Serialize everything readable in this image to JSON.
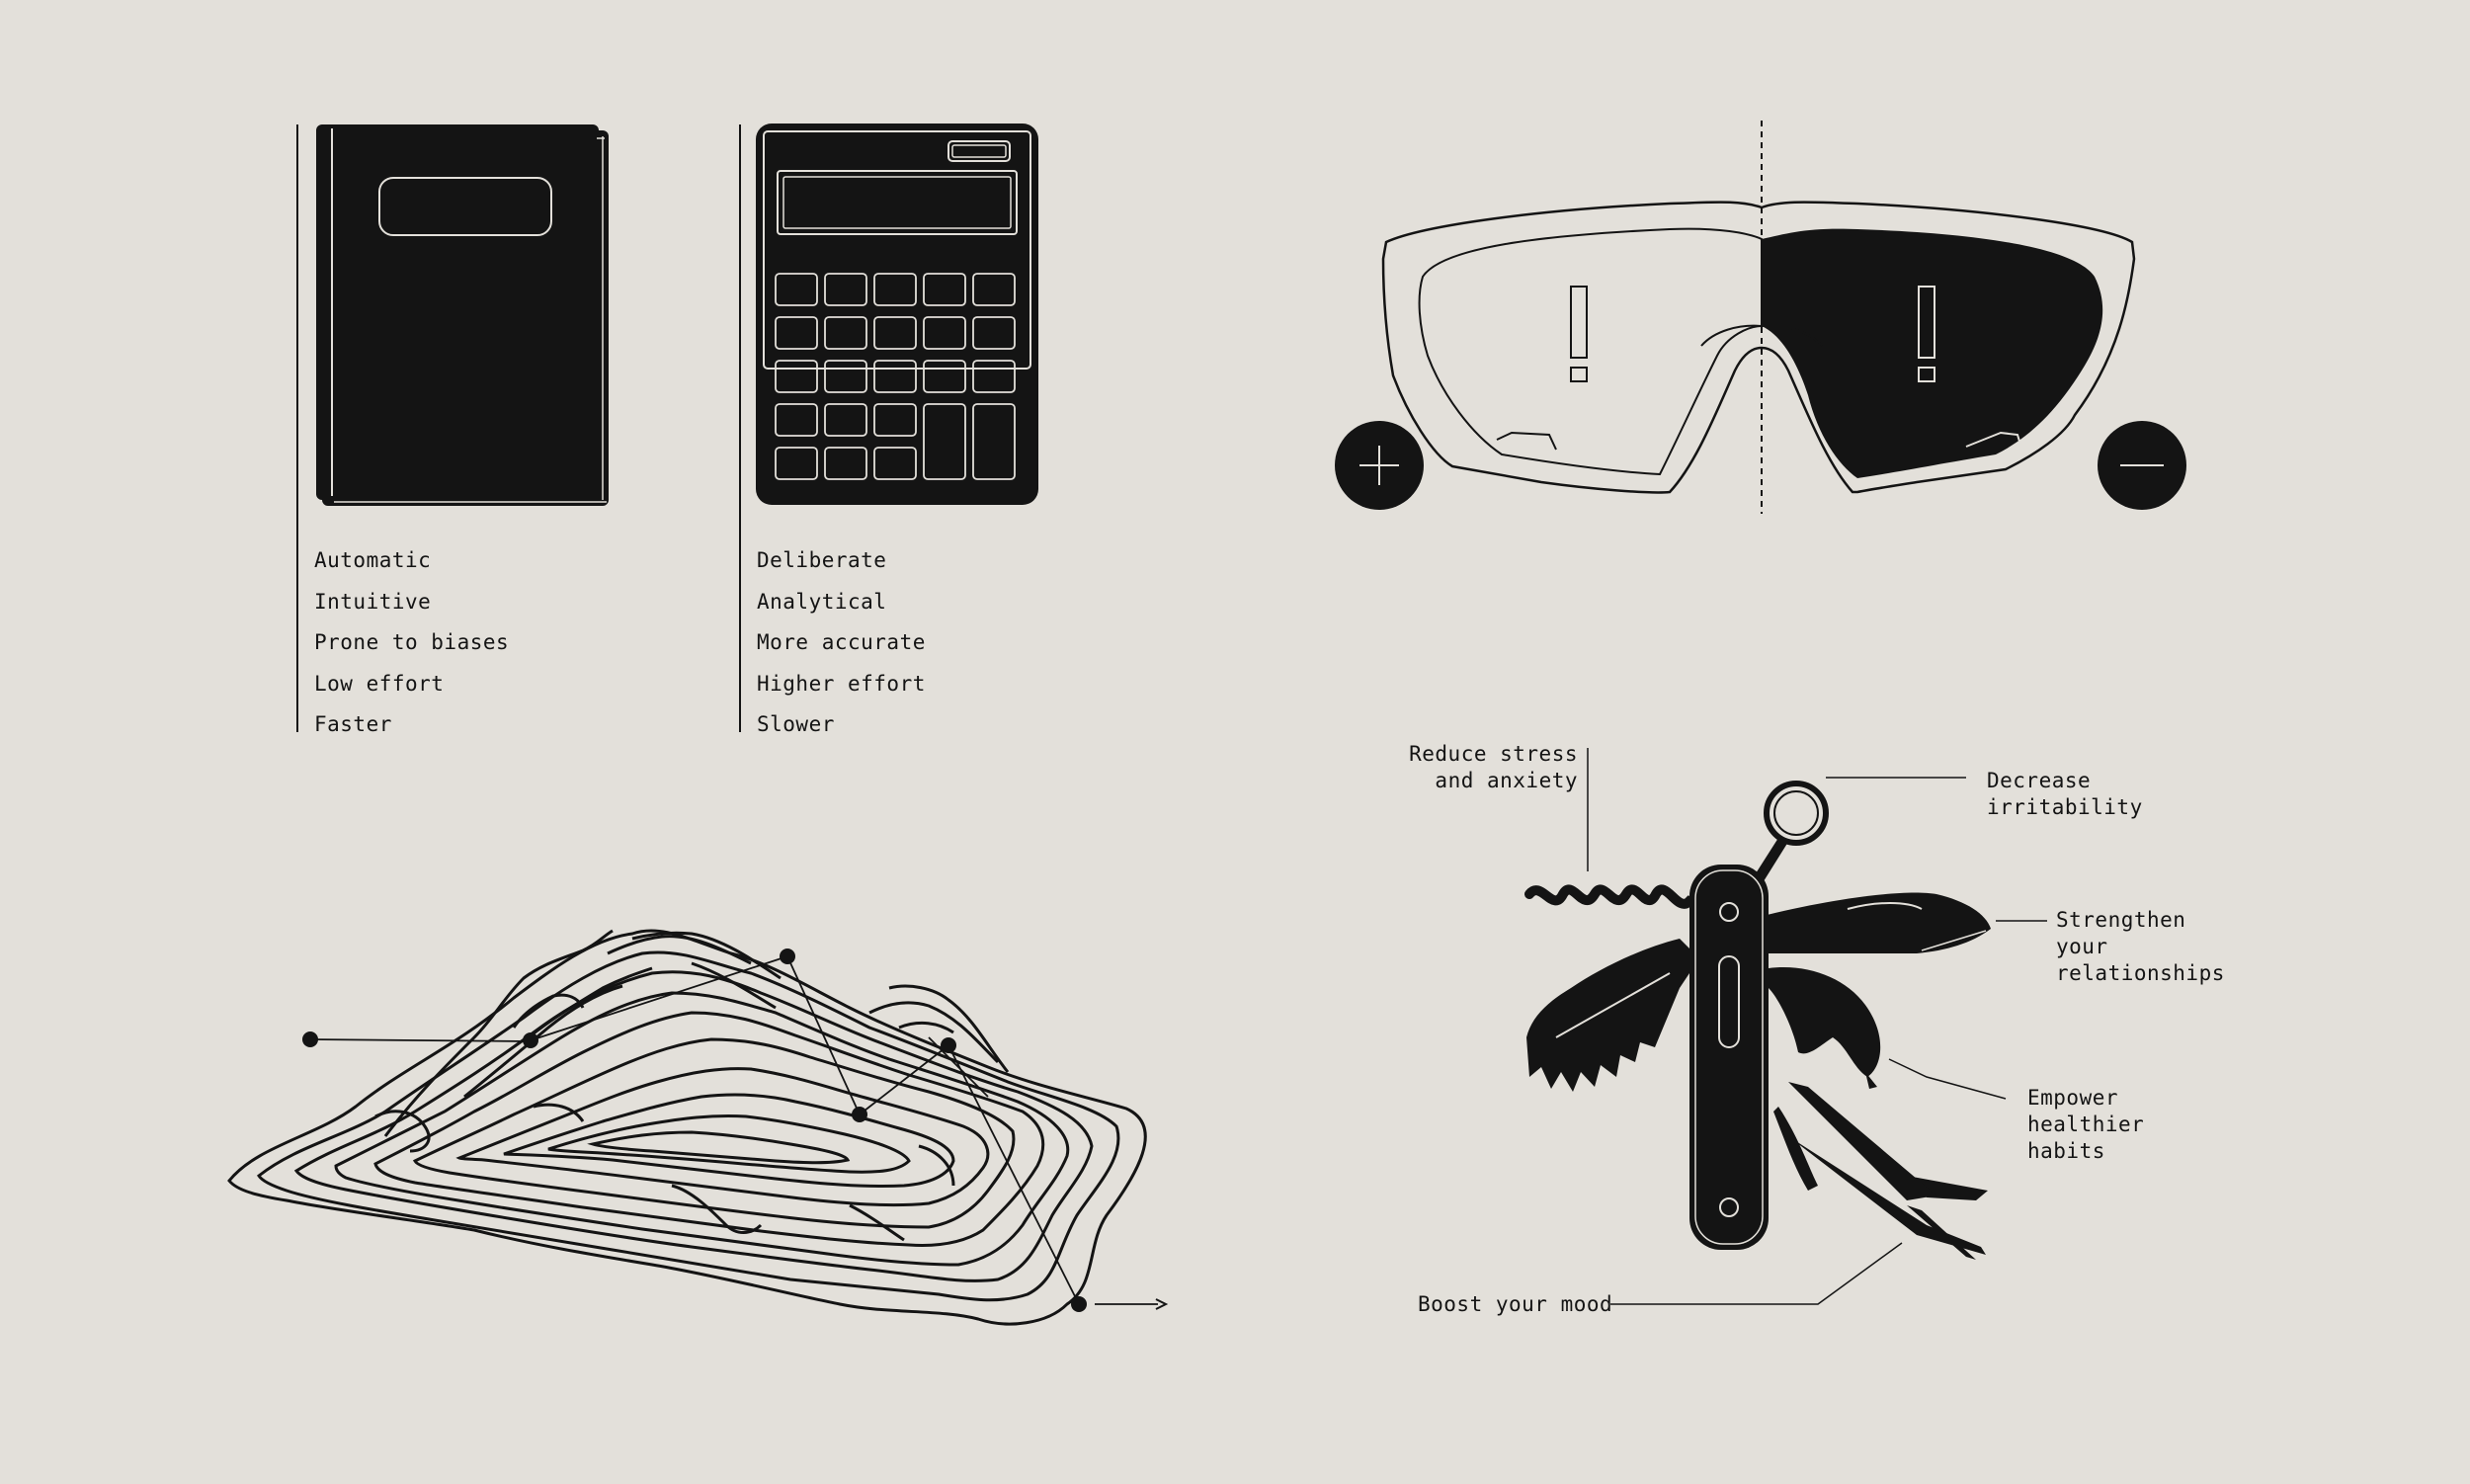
{
  "system_one": {
    "icon": "notebook-icon",
    "traits": [
      "Automatic",
      "Intuitive",
      "Prone to biases",
      "Low effort",
      "Faster"
    ]
  },
  "system_two": {
    "icon": "calculator-icon",
    "traits": [
      "Deliberate",
      "Analytical",
      "More accurate",
      "Higher effort",
      "Slower"
    ]
  },
  "goggles": {
    "icon": "goggles-icon",
    "left_marker": "plus-icon",
    "right_marker": "minus-icon"
  },
  "terrain": {
    "icon": "topographic-hill-icon",
    "arrow": "arrow-right-icon"
  },
  "knife": {
    "icon": "swiss-army-knife-icon",
    "labels": {
      "reduce_stress": "Reduce stress\nand anxiety",
      "decrease_irritability": "Decrease\nirritability",
      "strengthen": "Strengthen\nyour\nrelationships",
      "empower": "Empower\nhealthier\nhabits",
      "boost": "Boost your mood"
    }
  },
  "colors": {
    "background": "#e3e0da",
    "ink": "#141414"
  }
}
